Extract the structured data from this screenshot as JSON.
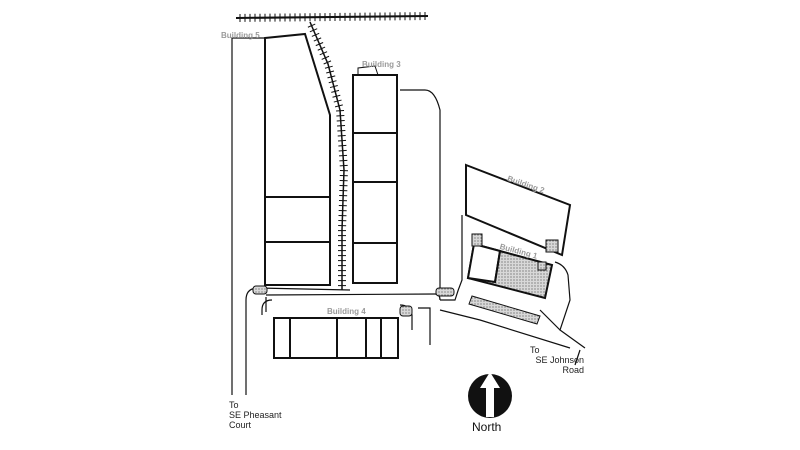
{
  "map": {
    "buildings": [
      {
        "id": "building-5",
        "label": "Building 5"
      },
      {
        "id": "building-3",
        "label": "Building 3"
      },
      {
        "id": "building-2",
        "label": "Building 2"
      },
      {
        "id": "building-1",
        "label": "Building 1"
      },
      {
        "id": "building-4",
        "label": "Building 4"
      }
    ],
    "roads": {
      "pheasant": {
        "line1": "To",
        "line2": "SE Pheasant",
        "line3": "Court"
      },
      "johnson": {
        "line1": "To",
        "line2": "SE Johnson",
        "line3": "Road"
      }
    },
    "compass": {
      "label": "North",
      "icon": "north-arrow-icon"
    },
    "colors": {
      "outline": "#111111",
      "label": "#9a9a9a",
      "hatch": "#777777"
    }
  }
}
